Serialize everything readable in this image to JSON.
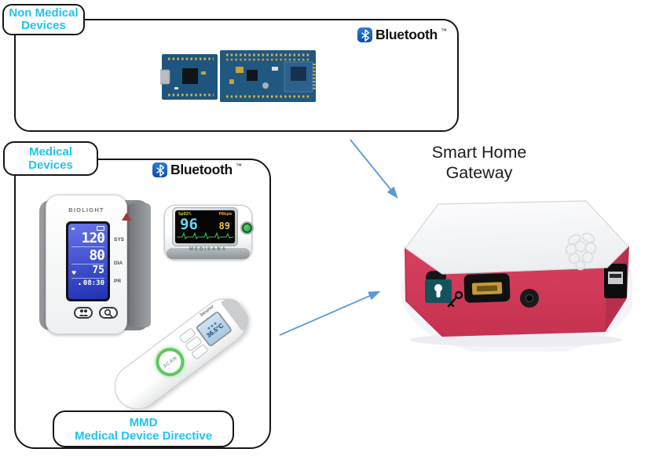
{
  "colors": {
    "label_cyan": "#1FC3F3",
    "arrow_blue": "#5B9BD5",
    "bluetooth_blue": "#1467C8",
    "pi_case_red": "#D23B58",
    "lock_teal": "#15535C",
    "pcb_blue": "#1E557E"
  },
  "non_medical_box": {
    "tag": {
      "line1": "Non Medical",
      "line2": "Devices"
    }
  },
  "medical_box": {
    "tag": {
      "line1": "Medical",
      "line2": "Devices"
    },
    "mmd_tag": {
      "line1": "MMD",
      "line2": "Medical Device Directive"
    }
  },
  "gateway": {
    "title_line1": "Smart Home",
    "title_line2": "Gateway"
  },
  "bluetooth_logo": {
    "wordmark": "Bluetooth",
    "trademark": "™"
  },
  "devices": {
    "blood_pressure_monitor": {
      "brand": "BIOLIGHT",
      "sys_value": "120",
      "sys_label": "SYS",
      "dia_value": "80",
      "dia_label": "DIA",
      "pr_value": "75",
      "pr_label": "PR",
      "alarm_icon": "▴",
      "heart_icon": "♥",
      "time": "08:30"
    },
    "pulse_oximeter": {
      "brand": "MEDISANA",
      "spo2_label": "SpO2%",
      "spo2_value": "96",
      "pr_label": "PRbpm",
      "pr_value": "89"
    },
    "thermometer": {
      "brand": "beurer",
      "display_value": "36.5°C",
      "scan_label": "SCAN"
    }
  }
}
